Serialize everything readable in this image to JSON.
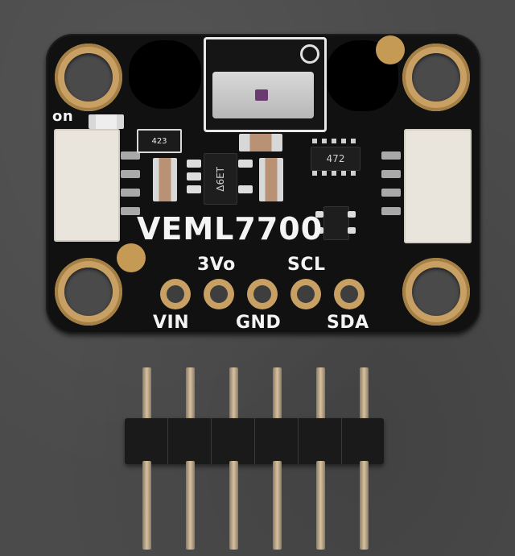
{
  "board": {
    "title": "VEML7700",
    "led_label": "on",
    "pin_labels_top": [
      "3Vo",
      "SCL"
    ],
    "pin_labels_bottom": [
      "VIN",
      "GND",
      "SDA"
    ],
    "chip_markings": [
      "Δ6ET",
      "472",
      "423"
    ]
  },
  "colors": {
    "background": "#4a4a4a",
    "board": "#111111",
    "gold_pad": "#c8a064",
    "connector": "#e9e4dc",
    "silkscreen": "#f4f4f4"
  }
}
